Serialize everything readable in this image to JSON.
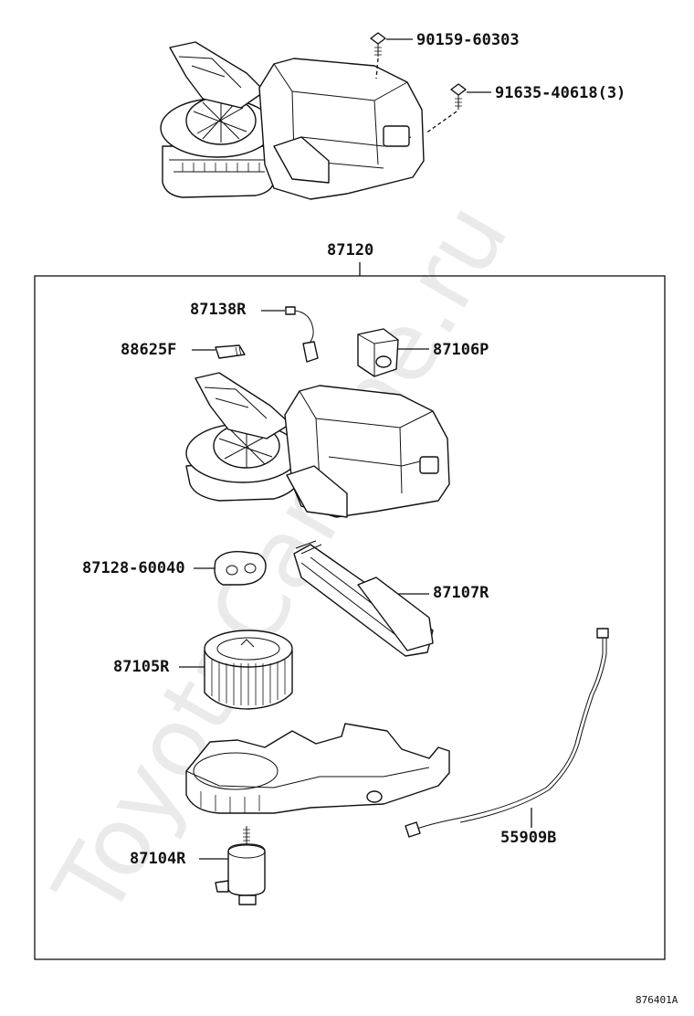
{
  "watermark": "ToyotaCarLine.ru",
  "diagram_id": "876401A",
  "assembly": {
    "part_number": "87120",
    "attached_parts": [
      {
        "id": "screw-top",
        "label": "90159-60303"
      },
      {
        "id": "screw-side",
        "label": "91635-40618(3)"
      }
    ]
  },
  "components": [
    {
      "id": "wire-harness",
      "label": "87138R"
    },
    {
      "id": "connector-clip",
      "label": "88625F"
    },
    {
      "id": "servo-motor",
      "label": "87106P"
    },
    {
      "id": "gasket",
      "label": "87128-60040"
    },
    {
      "id": "resistor-duct",
      "label": "87107R"
    },
    {
      "id": "fan",
      "label": "87105R"
    },
    {
      "id": "blower-motor",
      "label": "87104R"
    },
    {
      "id": "cable",
      "label": "55909B"
    }
  ]
}
